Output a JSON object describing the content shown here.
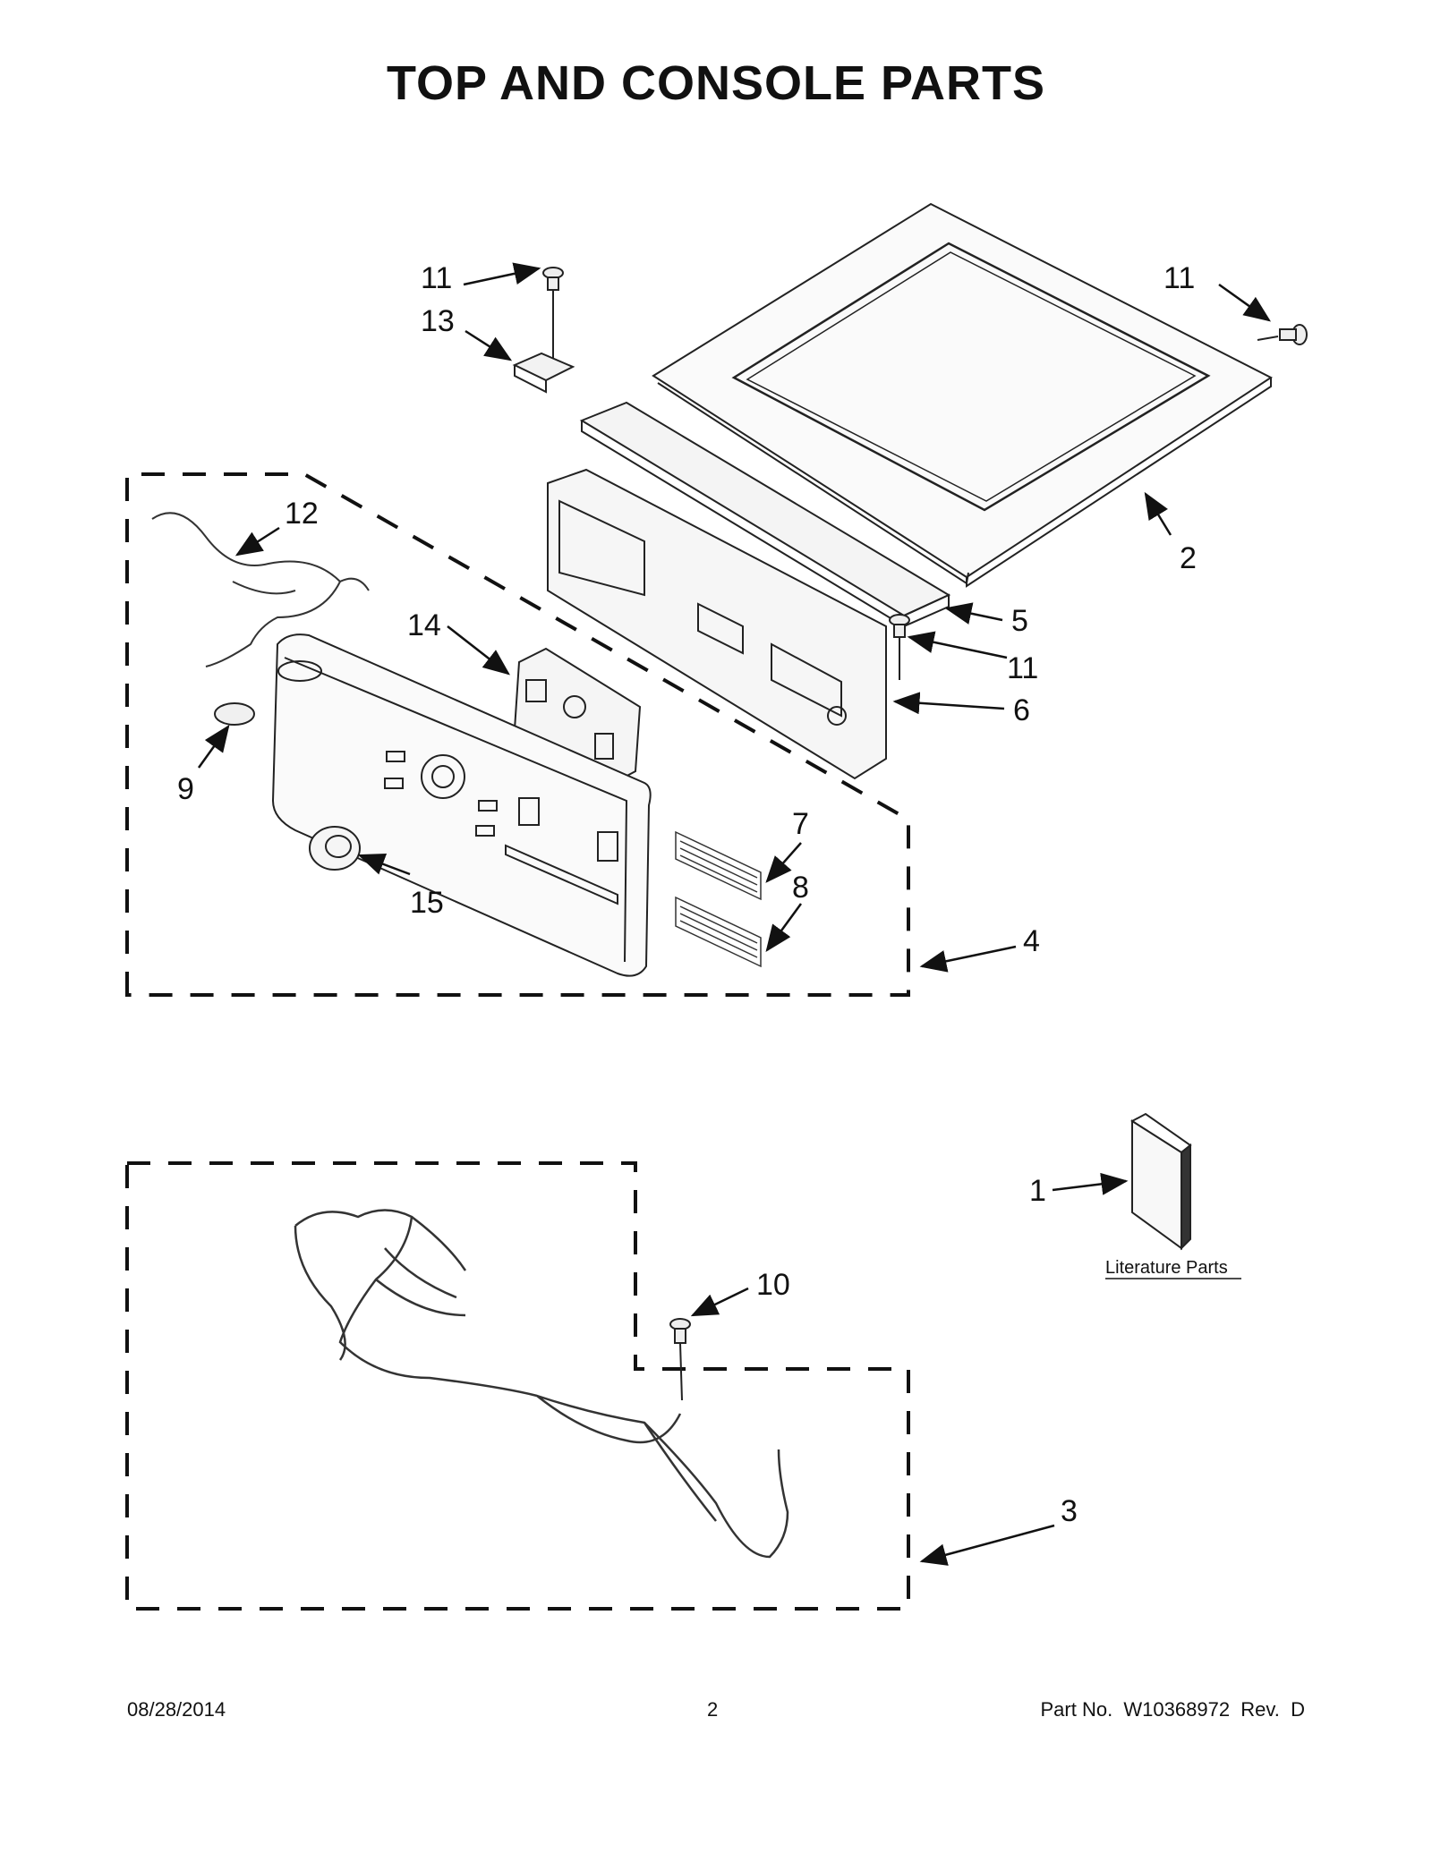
{
  "title": "TOP AND CONSOLE PARTS",
  "callouts": {
    "c1": "1",
    "c2": "2",
    "c3": "3",
    "c4": "4",
    "c5": "5",
    "c6": "6",
    "c7": "7",
    "c8": "8",
    "c9": "9",
    "c10": "10",
    "c11a": "11",
    "c11b": "11",
    "c11c": "11",
    "c12": "12",
    "c13": "13",
    "c14": "14",
    "c15": "15"
  },
  "literature_label": "Literature Parts",
  "footer": {
    "date": "08/28/2014",
    "page": "2",
    "part_no": "Part No.  W10368972  Rev.  D"
  }
}
